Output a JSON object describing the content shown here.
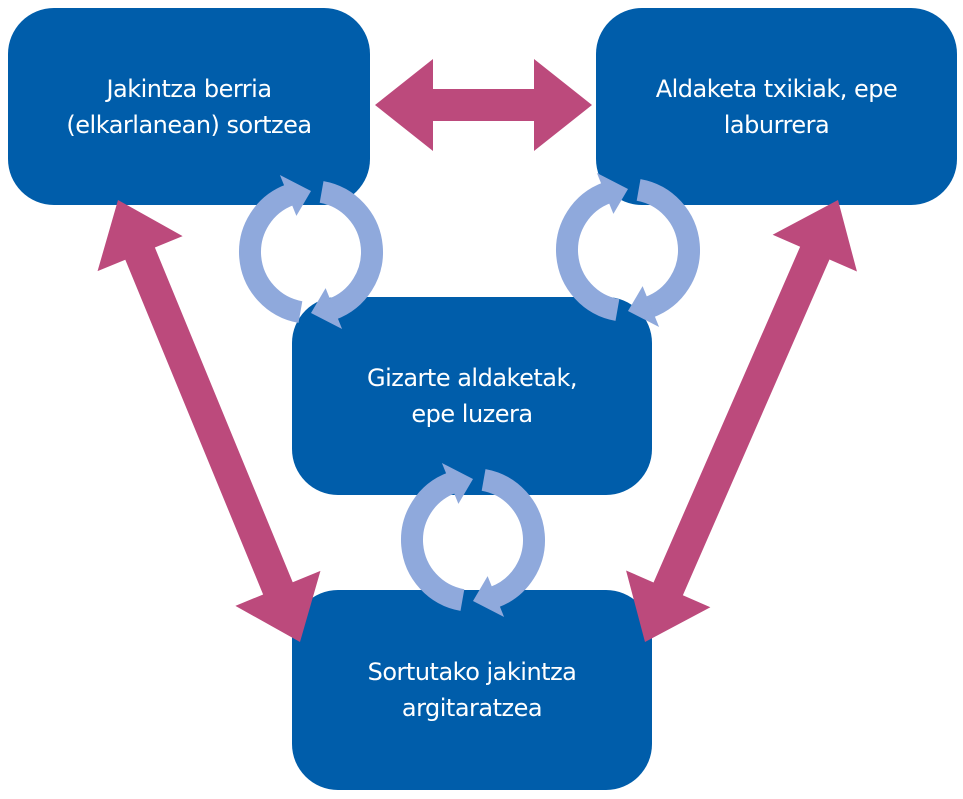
{
  "colors": {
    "box": "#005DAA",
    "double_arrow": "#BC4A7C",
    "cycle": "#8FA9DC"
  },
  "boxes": {
    "top_left": {
      "line1": "Jakintza berria",
      "line2": "(elkarlanean) sortzea"
    },
    "top_right": {
      "line1": "Aldaketa txikiak, epe",
      "line2": "laburrera"
    },
    "center": {
      "line1": "Gizarte aldaketak,",
      "line2": "epe luzera"
    },
    "bottom": {
      "line1": "Sortutako jakintza",
      "line2": "argitaratzea"
    }
  }
}
